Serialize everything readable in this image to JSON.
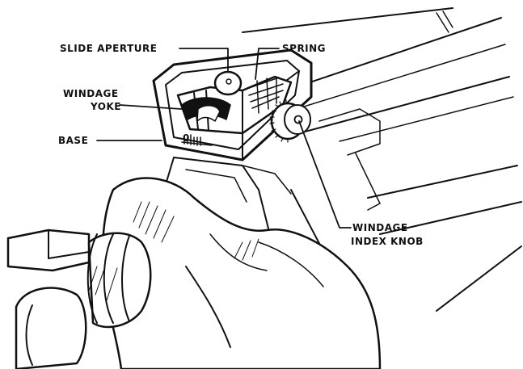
{
  "labels": {
    "slide_aperture": "SLIDE APERTURE",
    "spring": "SPRING",
    "windage_yoke_line1": "WINDAGE",
    "windage_yoke_line2": "YOKE",
    "base": "BASE",
    "windage_index_knob_line1": "WINDAGE",
    "windage_index_knob_line2": "INDEX KNOB"
  },
  "colors": {
    "ink": "#111111",
    "paper": "#ffffff"
  }
}
